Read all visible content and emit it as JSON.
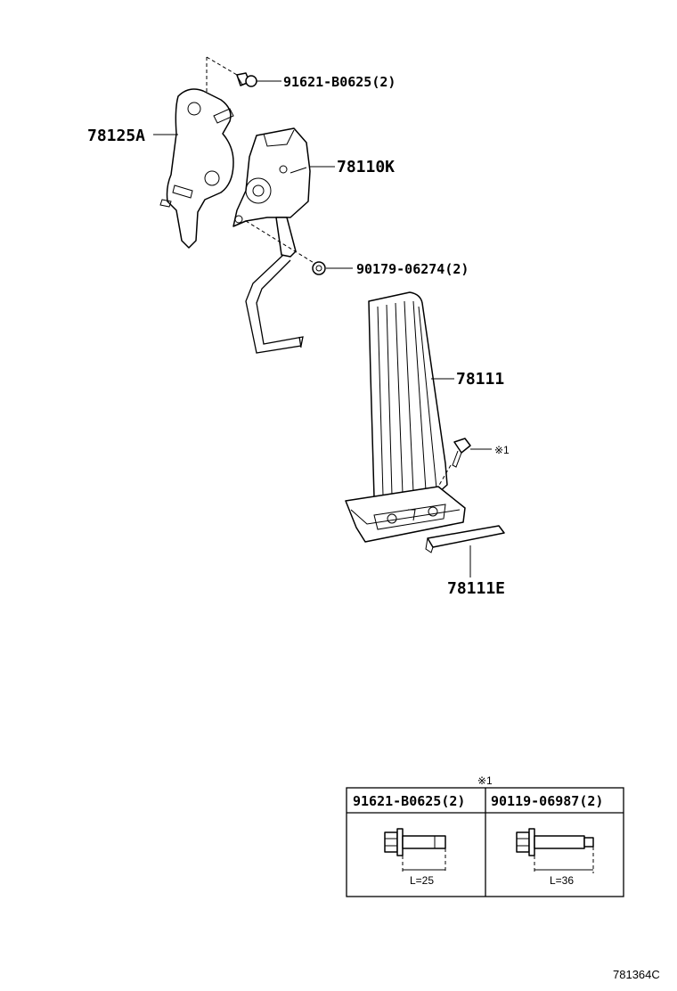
{
  "callouts": {
    "bolt_top": "91621-B0625(2)",
    "bracket": "78125A",
    "sensor": "78110K",
    "nut": "90179-06274(2)",
    "pedal_pad": "78111",
    "note_ref": "※1",
    "cover": "78111E"
  },
  "note_table": {
    "title": "※1",
    "columns": [
      {
        "part_no": "91621-B0625(2)",
        "length": "L=25"
      },
      {
        "part_no": "90119-06987(2)",
        "length": "L=36"
      }
    ]
  },
  "figure_code": "781364C"
}
